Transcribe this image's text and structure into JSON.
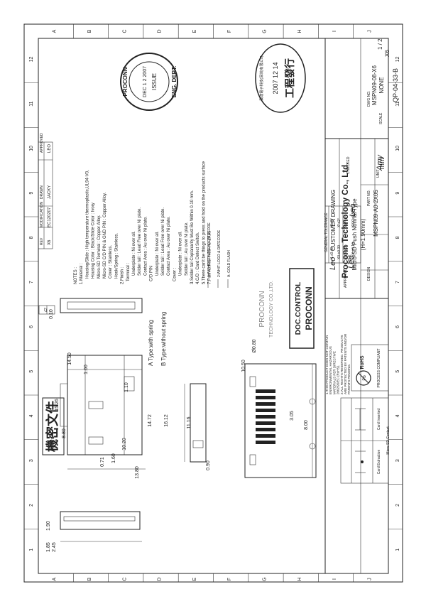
{
  "title_block": {
    "company": "Proconn Technology Co., Ltd.",
    "title_label": "TITLE",
    "title_line1": "Micro-SD Push Normal Type",
    "title_line2": "(H=1.90mm)",
    "partno_label": "PART NO.",
    "part_no": "MSPN09-A0-2X05",
    "dwg_label": "DWG NO.",
    "dwg_no": "MSPN09-08-X6",
    "scale_label": "SCALE",
    "scale": "NONE",
    "sheet_label": "SHEET",
    "sheet": "1 / 2",
    "rev_label": "REV",
    "rev": "X6",
    "unit_label": "UNIT",
    "unit": "mm",
    "form_no": "QP-04-33-B",
    "customer_drawing": "CUSTOMER DRAWING",
    "design_label": "DESIGN",
    "check_label": "CHECKED",
    "approve_label": "APPROVED"
  },
  "tolerance": {
    "header": "GENERAL TOLERANCE",
    "rows": [
      [
        "X.±0.40",
        "X°±5°"
      ],
      [
        "X0.±0.30",
        "X°±2°"
      ],
      [
        "XX.±0.20",
        "XX°±1°"
      ],
      [
        "XXX.±0.10",
        "XXX°±0.5°"
      ]
    ]
  },
  "revision": {
    "headers": [
      "REV",
      "MODIFICATION",
      "DRAWN",
      "APPROVED"
    ],
    "rows": [
      [
        "X6",
        "EC120207",
        "JACKY",
        "LEO"
      ]
    ]
  },
  "notes": [
    "NOTES :",
    "1.Material :",
    "Housing/Slide : High temperature thermoplastic,UL94-V0,",
    "Housing Color : Black/Slide Color : Ivory",
    "Micro-SD Terminal : Copper Alloy.",
    "Micro-SD C/D PIN & GND PIN : Copper Alloy.",
    "Cover : Stainless.",
    "Hook/Spring : Stainless.",
    "2.Finish :",
    "Terminal :",
    "Underplate : Ni over all.",
    "Solder tail : Lead Free over Ni plate.",
    "Contact Area : Au over Ni plate.",
    "C/D PIN",
    "Underplate : Ni over all.",
    "Solder tail : Lead Free over Ni plate.",
    "Contact Area : Au over Ni plate.",
    "Cover :",
    "Underplate : Ni over all.",
    "Solder tail : Au over Ni plate.",
    "3.Solder tail Coplanarity Must Be Within 0.10 mm.",
    "4.C/D : Card Detect Switch.",
    "5.There can't be things to press and hold on the products surface",
    "7.Part no:MSPN09-A0-2X05"
  ],
  "part_code_legend": [
    "0:WITHOUT LOGO & DATECODE",
    "2:WHIT LOGO & DATECODE",
    "A: GOLD FLASH"
  ],
  "stamps": {
    "confidential": "機密文件",
    "eng_dept": [
      "PROCONN",
      "ENG. DEPT.",
      "DEC 1 2 2007",
      "ISSUE"
    ],
    "eng_dept_date": "2007 12 14",
    "engineering_issued": "工程發行",
    "company_cn": "寶達電子科技(深圳)有限公司",
    "doc_control": [
      "DOC.CONTROL",
      "PROCONN"
    ],
    "faded": [
      "PROCONN",
      "TECHNOLOGY CO.,LTD."
    ]
  },
  "signatures": {
    "design": "Amy",
    "check": "Leo",
    "approve": "Leo",
    "customer": "Leo"
  },
  "compliance_note": [
    "1.THIS PRODUCT DOES NOT CONTAIN",
    "ENVIRONMENTAL HAZARDOUS",
    "MATERIALS PER DIRECTIVE",
    "2002/95/EC (RoHS).",
    "2.ALL RIGHTS RESERVED. PRODUCTS",
    "ARE PROTECTED BY PATENTS AND/OR",
    "PATENTS PENDING."
  ],
  "process_labels": [
    "Pb",
    "RoHS",
    "PROCESS COMPLIANT"
  ],
  "card_table": {
    "headers": [
      "Card Extraction",
      "Card Inserted"
    ],
    "footer": "Micro SD Contact"
  },
  "zones": {
    "columns": [
      "1",
      "2",
      "3",
      "4",
      "5",
      "6",
      "7",
      "8",
      "9",
      "10",
      "11",
      "12"
    ],
    "rows": [
      "A",
      "B",
      "C",
      "D",
      "E",
      "F",
      "G",
      "H",
      "I",
      "J"
    ]
  },
  "view_labels": {
    "a_type": "A Type:with spring",
    "b_type": "B Type:without spring"
  },
  "dimensions": {
    "d1": "14.50",
    "d2": "1.00",
    "d3": "1.10",
    "d4": "15.26",
    "d5": "8.80",
    "d6": "0.71",
    "d7": "1.60",
    "d8": "10.20",
    "d9": "13.80",
    "d10": "14.72",
    "d11": "16.12",
    "d12": "11.16",
    "d13": "0.90",
    "d14": "0.10",
    "d15": "1.90",
    "d16": "1.85",
    "d17": "2.45",
    "d18": "10.50",
    "d19": "Ø0.80",
    "d20": "3.05",
    "d21": "8.00"
  },
  "flatness_symbol": "▱"
}
